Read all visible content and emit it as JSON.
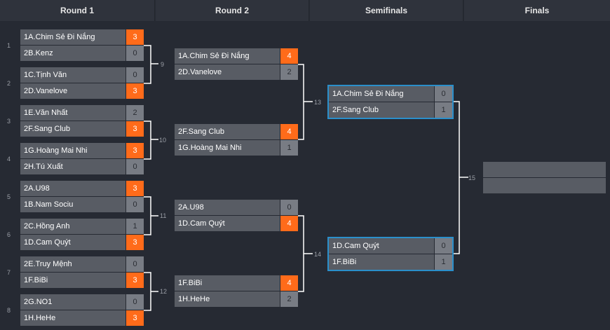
{
  "rounds": [
    "Round 1",
    "Round 2",
    "Semifinals",
    "Finals"
  ],
  "matches": [
    {
      "no": "1",
      "teams": [
        {
          "name": "1A.Chim Sẻ Đi Nắng",
          "score": "3",
          "win": true
        },
        {
          "name": "2B.Kenz",
          "score": "0",
          "win": false
        }
      ]
    },
    {
      "no": "2",
      "teams": [
        {
          "name": "1C.Tịnh Văn",
          "score": "0",
          "win": false
        },
        {
          "name": "2D.Vanelove",
          "score": "3",
          "win": true
        }
      ]
    },
    {
      "no": "3",
      "teams": [
        {
          "name": "1E.Văn Nhất",
          "score": "2",
          "win": false
        },
        {
          "name": "2F.Sang Club",
          "score": "3",
          "win": true
        }
      ]
    },
    {
      "no": "4",
      "teams": [
        {
          "name": "1G.Hoàng Mai Nhi",
          "score": "3",
          "win": true
        },
        {
          "name": "2H.Tú Xuất",
          "score": "0",
          "win": false
        }
      ]
    },
    {
      "no": "5",
      "teams": [
        {
          "name": "2A.U98",
          "score": "3",
          "win": true
        },
        {
          "name": "1B.Nam Sociu",
          "score": "0",
          "win": false
        }
      ]
    },
    {
      "no": "6",
      "teams": [
        {
          "name": "2C.Hồng Anh",
          "score": "1",
          "win": false
        },
        {
          "name": "1D.Cam Quýt",
          "score": "3",
          "win": true
        }
      ]
    },
    {
      "no": "7",
      "teams": [
        {
          "name": "2E.Truy Mệnh",
          "score": "0",
          "win": false
        },
        {
          "name": "1F.BiBi",
          "score": "3",
          "win": true
        }
      ]
    },
    {
      "no": "8",
      "teams": [
        {
          "name": "2G.NO1",
          "score": "0",
          "win": false
        },
        {
          "name": "1H.HeHe",
          "score": "3",
          "win": true
        }
      ]
    },
    {
      "no": "9",
      "teams": [
        {
          "name": "1A.Chim Sẻ Đi Nắng",
          "score": "4",
          "win": true
        },
        {
          "name": "2D.Vanelove",
          "score": "2",
          "win": false
        }
      ]
    },
    {
      "no": "10",
      "teams": [
        {
          "name": "2F.Sang Club",
          "score": "4",
          "win": true
        },
        {
          "name": "1G.Hoàng Mai Nhi",
          "score": "1",
          "win": false
        }
      ]
    },
    {
      "no": "11",
      "teams": [
        {
          "name": "2A.U98",
          "score": "0",
          "win": false
        },
        {
          "name": "1D.Cam Quýt",
          "score": "4",
          "win": true
        }
      ]
    },
    {
      "no": "12",
      "teams": [
        {
          "name": "1F.BiBi",
          "score": "4",
          "win": true
        },
        {
          "name": "1H.HeHe",
          "score": "2",
          "win": false
        }
      ]
    },
    {
      "no": "13",
      "teams": [
        {
          "name": "1A.Chim Sẻ Đi Nắng",
          "score": "0",
          "win": false
        },
        {
          "name": "2F.Sang Club",
          "score": "1",
          "win": false
        }
      ]
    },
    {
      "no": "14",
      "teams": [
        {
          "name": "1D.Cam Quýt",
          "score": "0",
          "win": false
        },
        {
          "name": "1F.BiBi",
          "score": "1",
          "win": false
        }
      ]
    },
    {
      "no": "15",
      "teams": []
    }
  ]
}
